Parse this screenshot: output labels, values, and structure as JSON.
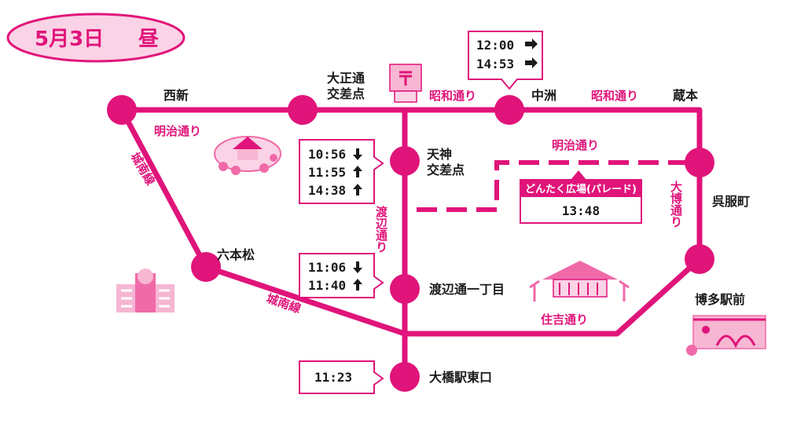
{
  "title": {
    "date": "5月3日",
    "period": "昼"
  },
  "stops": {
    "nishijin": "西新",
    "taisho_1": "大正通",
    "taisho_2": "交差点",
    "nakasu": "中洲",
    "kuramoto": "蔵本",
    "tenjin_1": "天神",
    "tenjin_2": "交差点",
    "gofukumachi": "呉服町",
    "ropponmatsu": "六本松",
    "watanabe_itchome": "渡辺通一丁目",
    "hakata_station": "博多駅前",
    "ohashi_east": "大橋駅東口"
  },
  "roads": {
    "showa_1": "昭和通り",
    "showa_2": "昭和通り",
    "meiji_1": "明治通り",
    "meiji_2": "明治通り",
    "jonan_1": "城南線",
    "jonan_2": "城南線",
    "watanabe": "渡辺通り",
    "daihaku": "大博通り",
    "sumiyoshi": "住吉通り"
  },
  "timetables": {
    "nakasu": [
      "12:00",
      "14:53"
    ],
    "tenjin": [
      "10:56",
      "11:55",
      "14:38"
    ],
    "watanabe": [
      "11:06",
      "11:40"
    ],
    "ohashi": [
      "11:23"
    ]
  },
  "parade": {
    "header": "どんたく広場(パレード)",
    "time": "13:48"
  },
  "colors": {
    "route": "#e0147a",
    "badge_bg": "#fbd3e6",
    "box_border": "#e0147a"
  },
  "icons": {
    "post_office": "post-office-icon",
    "temple": "shrine-icon",
    "castle": "castle-icon",
    "building": "building-icon",
    "station": "station-icon"
  }
}
